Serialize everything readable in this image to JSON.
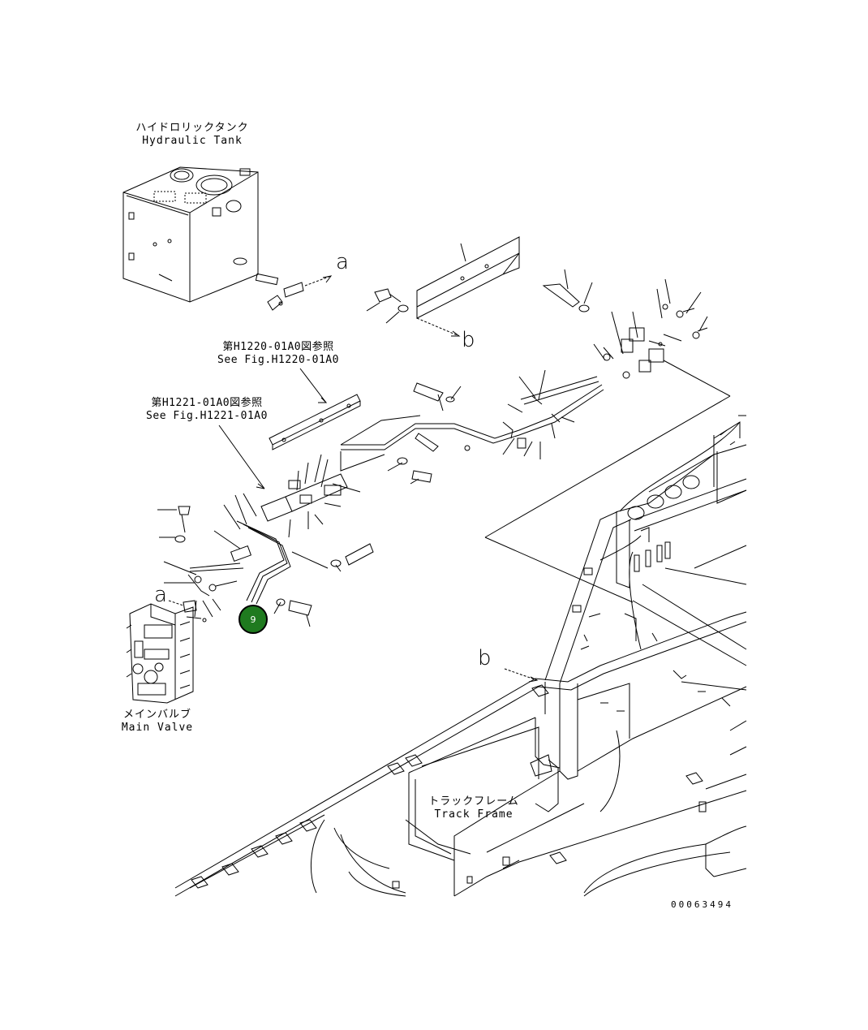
{
  "labels": {
    "hydraulic_tank": {
      "jp": "ハイドロリックタンク",
      "en": "Hydraulic Tank"
    },
    "main_valve": {
      "jp": "メインバルブ",
      "en": "Main Valve"
    },
    "track_frame": {
      "jp": "トラックフレーム",
      "en": "Track Frame"
    },
    "ref_h1220": {
      "jp": "第H1220-01A0図参照",
      "en": "See Fig.H1220-01A0"
    },
    "ref_h1221": {
      "jp": "第H1221-01A0図参照",
      "en": "See Fig.H1221-01A0"
    }
  },
  "connection_letters": {
    "a": "a",
    "b": "b"
  },
  "callout": {
    "number": "9",
    "color": "#1f7a1f"
  },
  "document_number": "00063494"
}
